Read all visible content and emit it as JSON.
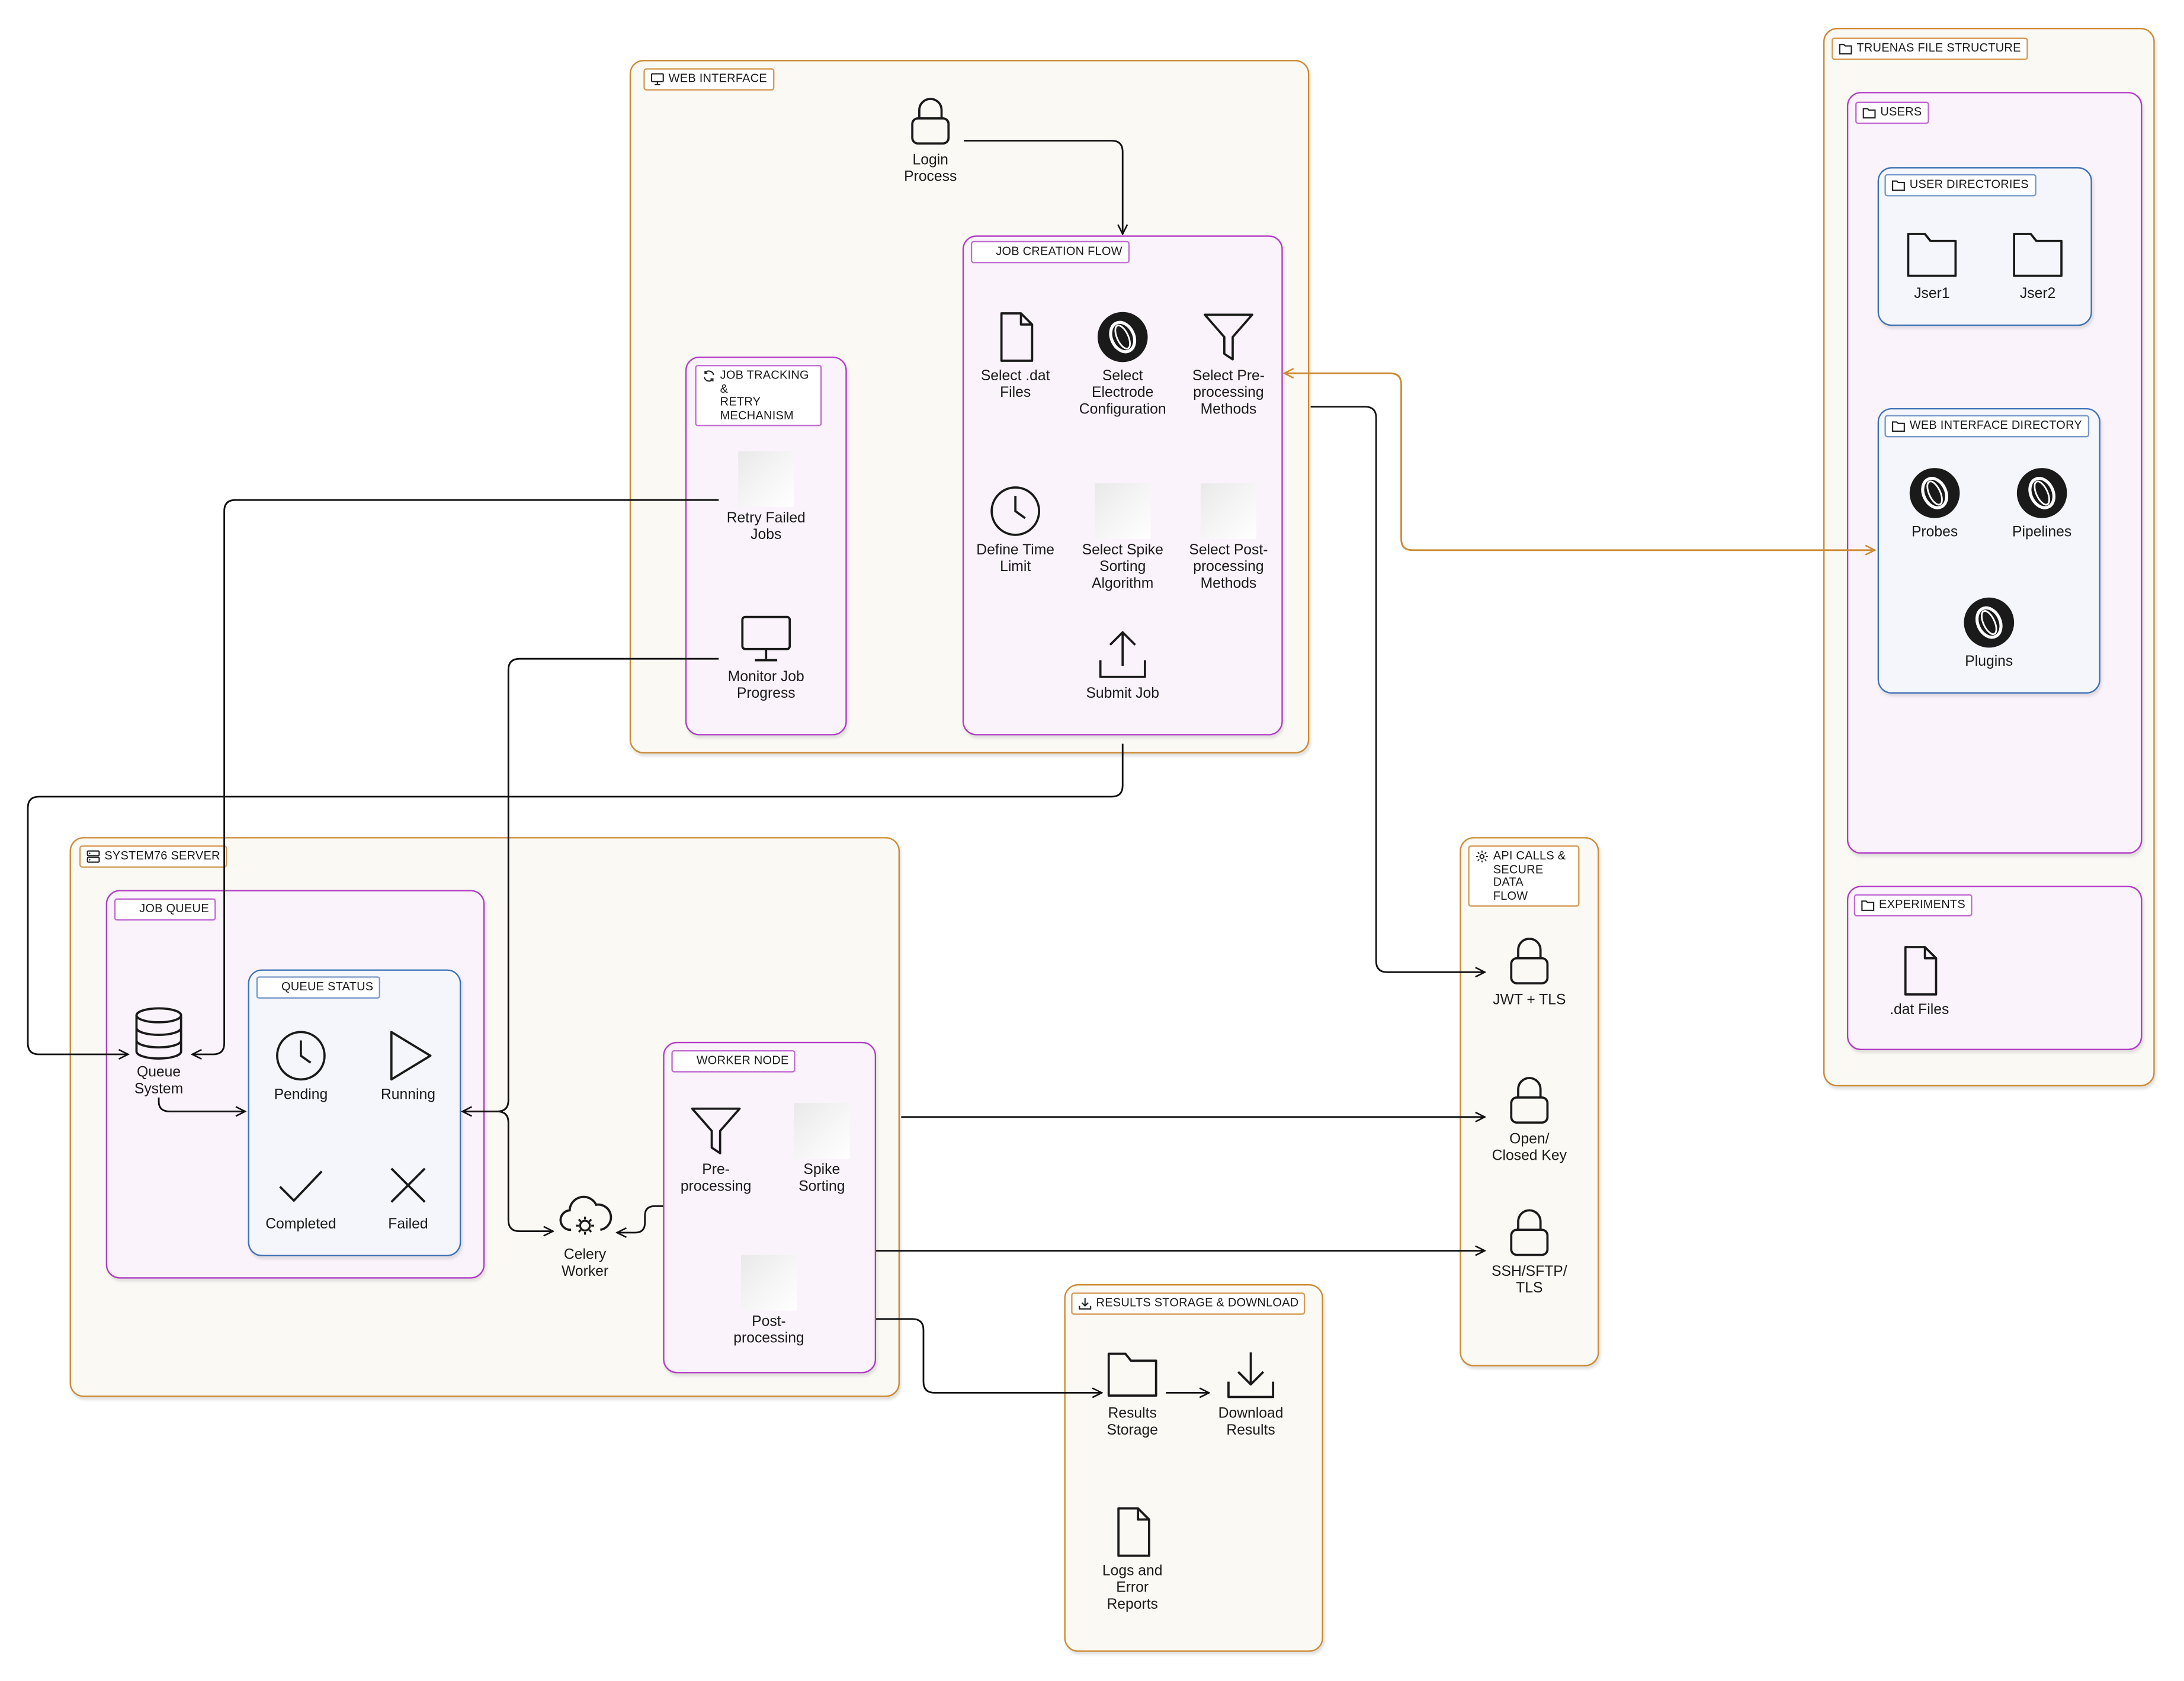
{
  "colors": {
    "outer_border": "#cc8a33",
    "outer_fill": "#fbf9f4",
    "inner_border": "#b03cc4",
    "inner_fill": "#fbf3fb",
    "blue_border": "#3e72b4",
    "blue_fill": "#f4f6fb",
    "connector": "#111111",
    "orange_connector": "#cc8a33"
  },
  "groups": {
    "web_interface": {
      "title": "WEB INTERFACE",
      "icon": "monitor-icon"
    },
    "job_tracking": {
      "title": "JOB TRACKING &\nRETRY\nMECHANISM",
      "icon": "refresh-icon"
    },
    "job_creation": {
      "title": "JOB CREATION FLOW",
      "icon": "blank-icon"
    },
    "system76": {
      "title": "SYSTEM76 SERVER",
      "icon": "server-icon"
    },
    "job_queue": {
      "title": "JOB QUEUE",
      "icon": "blank-icon"
    },
    "queue_status": {
      "title": "QUEUE STATUS",
      "icon": "blank-icon"
    },
    "worker_node": {
      "title": "WORKER NODE",
      "icon": "blank-icon"
    },
    "results": {
      "title": "RESULTS STORAGE & DOWNLOAD",
      "icon": "download-icon"
    },
    "api": {
      "title": "API CALLS &\nSECURE DATA\nFLOW",
      "icon": "gear-icon"
    },
    "truenas": {
      "title": "TRUENAS FILE STRUCTURE",
      "icon": "folder-icon"
    },
    "users": {
      "title": "USERS",
      "icon": "folder-icon"
    },
    "user_dirs": {
      "title": "USER DIRECTORIES",
      "icon": "folder-icon"
    },
    "web_dir": {
      "title": "WEB INTERFACE DIRECTORY",
      "icon": "folder-icon"
    },
    "experiments": {
      "title": "EXPERIMENTS",
      "icon": "folder-icon"
    }
  },
  "nodes": {
    "login": {
      "label": "Login\nProcess",
      "icon": "lock-icon"
    },
    "select_dat": {
      "label": "Select .dat\nFiles",
      "icon": "file-icon"
    },
    "select_electrode": {
      "label": "Select\nElectrode\nConfiguration",
      "icon": "ring-logo-icon"
    },
    "select_pre": {
      "label": "Select Pre-\nprocessing\nMethods",
      "icon": "filter-icon"
    },
    "define_time": {
      "label": "Define Time\nLimit",
      "icon": "clock-icon"
    },
    "select_spike": {
      "label": "Select Spike\nSorting\nAlgorithm",
      "icon": "placeholder-icon"
    },
    "select_post": {
      "label": "Select Post-\nprocessing\nMethods",
      "icon": "placeholder-icon"
    },
    "submit_job": {
      "label": "Submit Job",
      "icon": "upload-icon"
    },
    "retry_failed": {
      "label": "Retry Failed\nJobs",
      "icon": "placeholder-icon"
    },
    "monitor_job": {
      "label": "Monitor Job\nProgress",
      "icon": "monitor-icon"
    },
    "queue_system": {
      "label": "Queue\nSystem",
      "icon": "database-icon"
    },
    "pending": {
      "label": "Pending",
      "icon": "clock-icon"
    },
    "running": {
      "label": "Running",
      "icon": "play-icon"
    },
    "completed": {
      "label": "Completed",
      "icon": "check-icon"
    },
    "failed": {
      "label": "Failed",
      "icon": "x-icon"
    },
    "celery_worker": {
      "label": "Celery\nWorker",
      "icon": "cloud-gear-icon"
    },
    "preprocessing": {
      "label": "Pre-\nprocessing",
      "icon": "filter-icon"
    },
    "spike_sorting": {
      "label": "Spike\nSorting",
      "icon": "placeholder-icon"
    },
    "postprocessing": {
      "label": "Post-\nprocessing",
      "icon": "placeholder-icon"
    },
    "results_storage": {
      "label": "Results\nStorage",
      "icon": "folder-icon"
    },
    "download_results": {
      "label": "Download\nResults",
      "icon": "download-icon"
    },
    "logs": {
      "label": "Logs and\nError\nReports",
      "icon": "file-icon"
    },
    "jwt_tls": {
      "label": "JWT + TLS",
      "icon": "lock-icon"
    },
    "open_closed_key": {
      "label": "Open/\nClosed Key",
      "icon": "lock-icon"
    },
    "ssh_sftp": {
      "label": "SSH/SFTP/\nTLS",
      "icon": "lock-icon"
    },
    "user1": {
      "label": "Jser1",
      "icon": "folder-icon"
    },
    "user2": {
      "label": "Jser2",
      "icon": "folder-icon"
    },
    "probes": {
      "label": "Probes",
      "icon": "ring-logo-icon"
    },
    "pipelines": {
      "label": "Pipelines",
      "icon": "ring-logo-icon"
    },
    "plugins": {
      "label": "Plugins",
      "icon": "ring-logo-icon"
    },
    "dat_files": {
      "label": ".dat Files",
      "icon": "file-icon"
    }
  }
}
